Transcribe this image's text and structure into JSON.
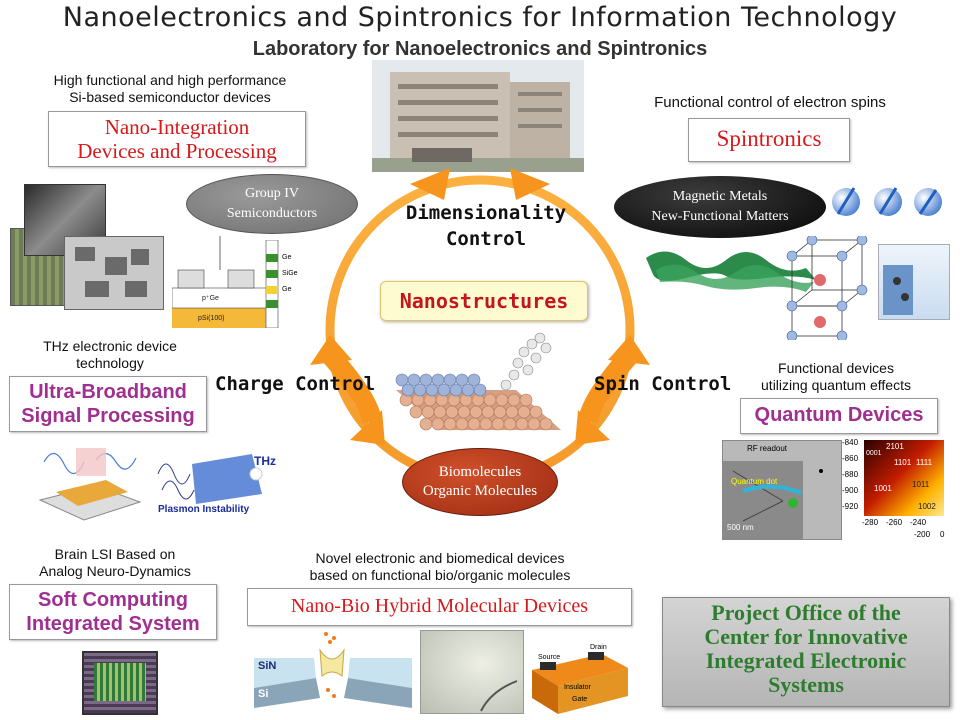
{
  "header": {
    "title": "Nanoelectronics and Spintronics for Information Technology",
    "subtitle": "Laboratory for Nanoelectronics and Spintronics"
  },
  "center": {
    "dimensionality": [
      "Dimensionality",
      "Control"
    ],
    "charge": "Charge Control",
    "spin": "Spin Control",
    "nanostructures": "Nanostructures",
    "bottom_oval": [
      "Biomolecules",
      "Organic Molecules"
    ]
  },
  "nano_integration": {
    "caption": [
      "High functional  and high performance",
      "Si-based semiconductor devices"
    ],
    "title": [
      "Nano-Integration",
      "Devices and Processing"
    ],
    "oval": [
      "Group IV",
      "Semiconductors"
    ],
    "labels": [
      "pSi(100)",
      "p⁺Ge",
      "Ge",
      "SiGe",
      "Ge"
    ]
  },
  "spintronics": {
    "caption": "Functional control of electron spins",
    "title": "Spintronics",
    "oval": [
      "Magnetic Metals",
      "New-Functional Matters"
    ]
  },
  "ultra": {
    "caption": [
      "THz electronic device",
      "technology"
    ],
    "title": [
      "Ultra-Broadband",
      "Signal Processing"
    ],
    "thz": "THz",
    "plasmon": "Plasmon Instability"
  },
  "quantum": {
    "caption": [
      "Functional devices",
      "utilizing quantum effects"
    ],
    "title": "Quantum Devices",
    "rf": "RF readout",
    "scale": "500 nm",
    "qd": "Quantum dot",
    "chart_y_ticks": [
      "-840",
      "-860",
      "-880",
      "-900",
      "-920"
    ],
    "chart_x_ticks": [
      "-280",
      "-260",
      "-240"
    ],
    "chart_x2_ticks": [
      "-200",
      "0"
    ],
    "chart_labels": [
      "2101",
      "1101",
      "1111",
      "1001",
      "1011",
      "1002",
      "0001"
    ]
  },
  "soft": {
    "caption": [
      "Brain LSI Based on",
      "Analog Neuro-Dynamics"
    ],
    "title": [
      "Soft Computing",
      "Integrated System"
    ]
  },
  "nanobio": {
    "caption": [
      "Novel electronic and biomedical devices",
      "based on functional  bio/organic molecules"
    ],
    "title": "Nano-Bio Hybrid Molecular Devices",
    "sin": "SiN",
    "si": "Si",
    "source": "Source",
    "drain": "Drain",
    "insulator": "Insulator",
    "gate": "Gate"
  },
  "project": {
    "title": [
      "Project Office of the",
      "Center for Innovative",
      "Integrated Electronic",
      "Systems"
    ]
  },
  "colors": {
    "orange": "#f79d2b",
    "red_title": "#d6191b",
    "purple": "#a0308f",
    "green": "#2e7d2e"
  }
}
